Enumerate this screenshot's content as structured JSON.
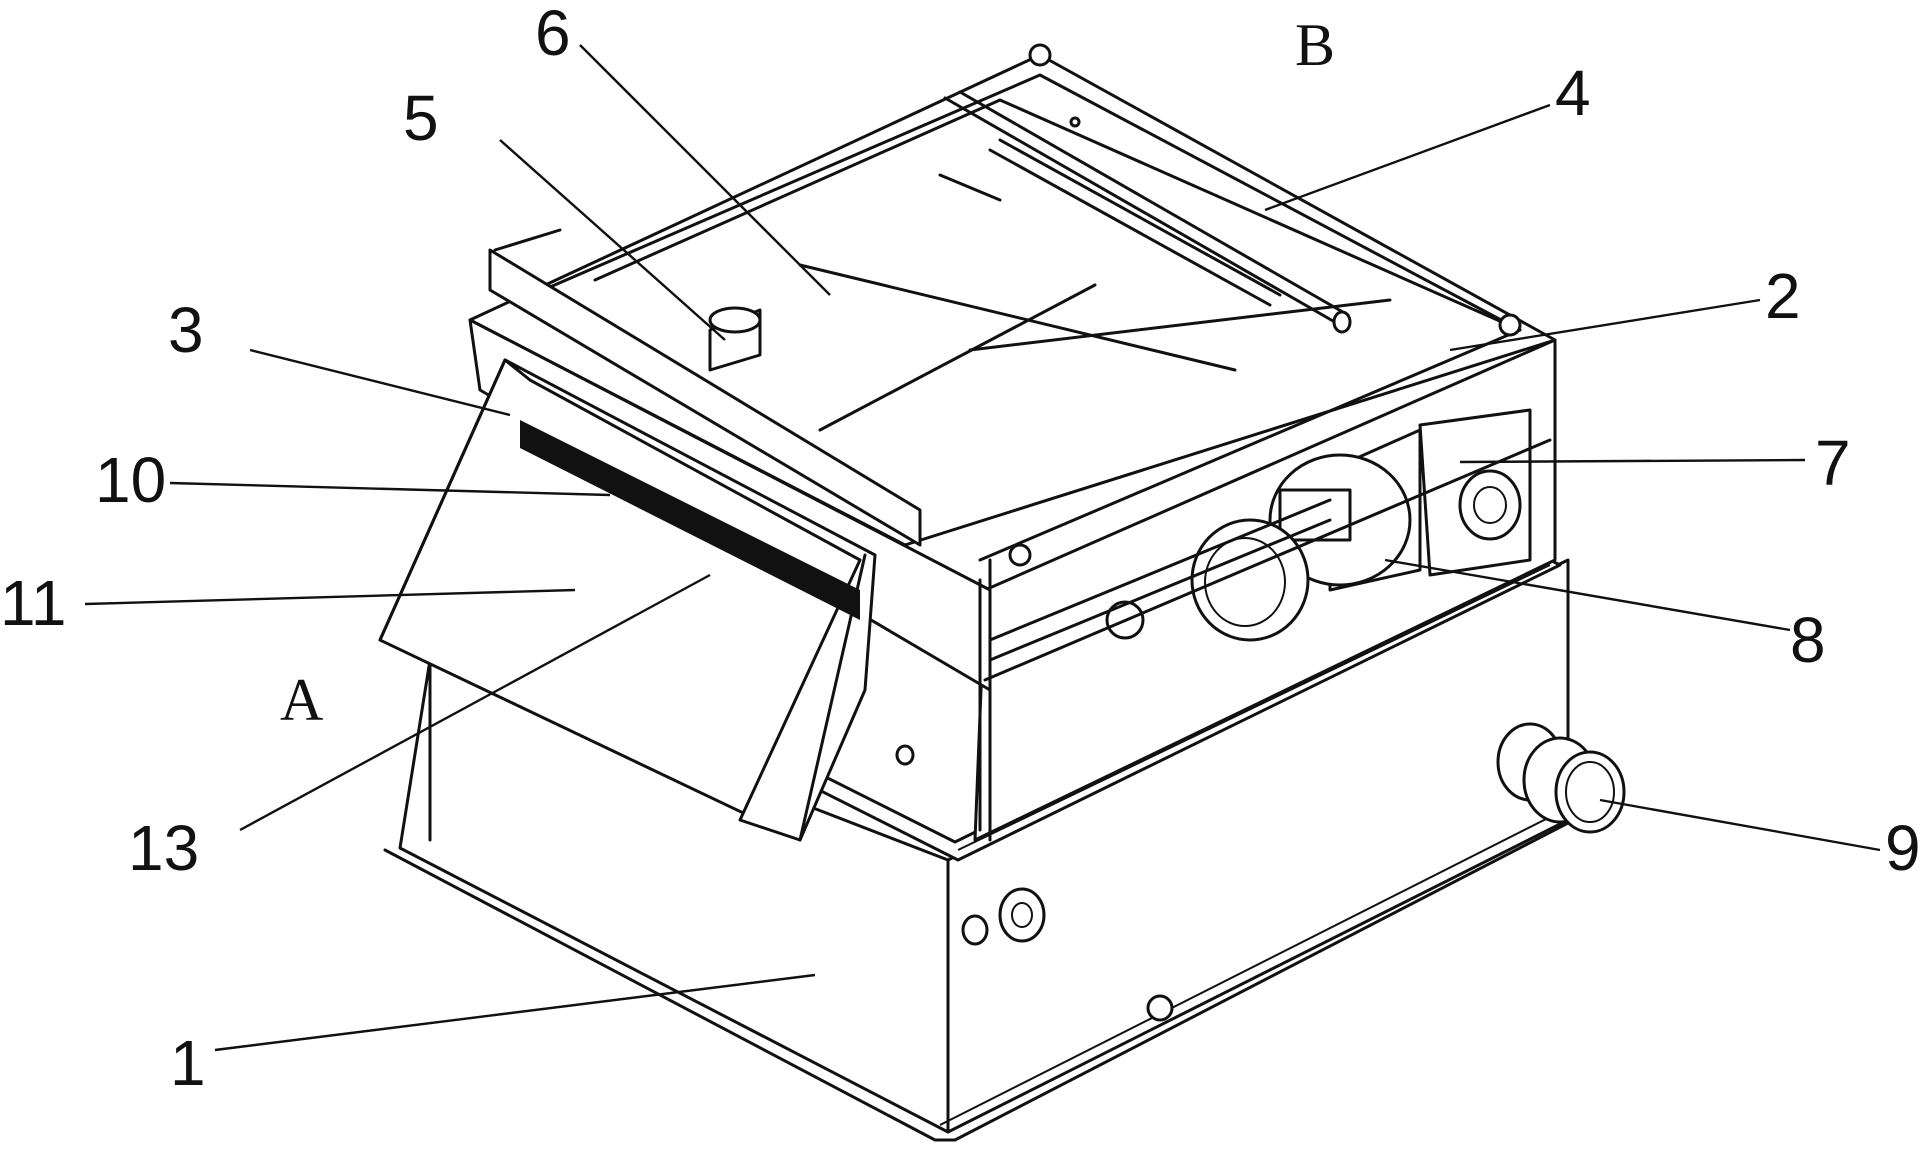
{
  "figure": {
    "view_labels": {
      "a": "A",
      "b": "B"
    },
    "callouts": [
      {
        "id": "c1",
        "label": "1"
      },
      {
        "id": "c2",
        "label": "2"
      },
      {
        "id": "c3",
        "label": "3"
      },
      {
        "id": "c4",
        "label": "4"
      },
      {
        "id": "c5",
        "label": "5"
      },
      {
        "id": "c6",
        "label": "6"
      },
      {
        "id": "c7",
        "label": "7"
      },
      {
        "id": "c8",
        "label": "8"
      },
      {
        "id": "c9",
        "label": "9"
      },
      {
        "id": "c10",
        "label": "10"
      },
      {
        "id": "c11",
        "label": "11"
      },
      {
        "id": "c13",
        "label": "13"
      }
    ]
  }
}
